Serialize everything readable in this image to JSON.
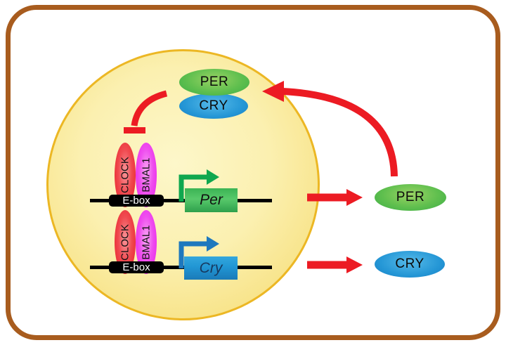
{
  "cell": {
    "complex": {
      "per": "PER",
      "cry": "CRY"
    },
    "loci": [
      {
        "clock": "CLOCK",
        "bmal1": "BMAL1",
        "ebox": "E-box",
        "gene": "Per"
      },
      {
        "clock": "CLOCK",
        "bmal1": "BMAL1",
        "ebox": "E-box",
        "gene": "Cry"
      }
    ]
  },
  "proteins": {
    "per": "PER",
    "cry": "CRY"
  },
  "colors": {
    "frame_border": "#A85C1E",
    "cell_fill": "#FAF0B0",
    "cell_border": "#ECB724",
    "arrow_red": "#EC1B23",
    "per_green": "#3CAD47",
    "cry_blue": "#1D86CC",
    "clock_red": "#E71E26",
    "bmal1_magenta": "#E71EE7",
    "transcription_arrow_green": "#0FA74F",
    "transcription_arrow_blue": "#1E78BE",
    "ebox_black": "#000000",
    "ebox_text": "#FFFFFF"
  },
  "icons": {
    "inhibition_arrow": "red curve ending in T-bar (blocks CLOCK/BMAL1)",
    "feedback_arrow": "red curved arrow (PER returns to nucleus)",
    "translation_arrow": "red straight right arrow",
    "transcription_arrow_per": "green bent promoter arrow",
    "transcription_arrow_cry": "blue bent promoter arrow",
    "gene_line": "black DNA line"
  }
}
